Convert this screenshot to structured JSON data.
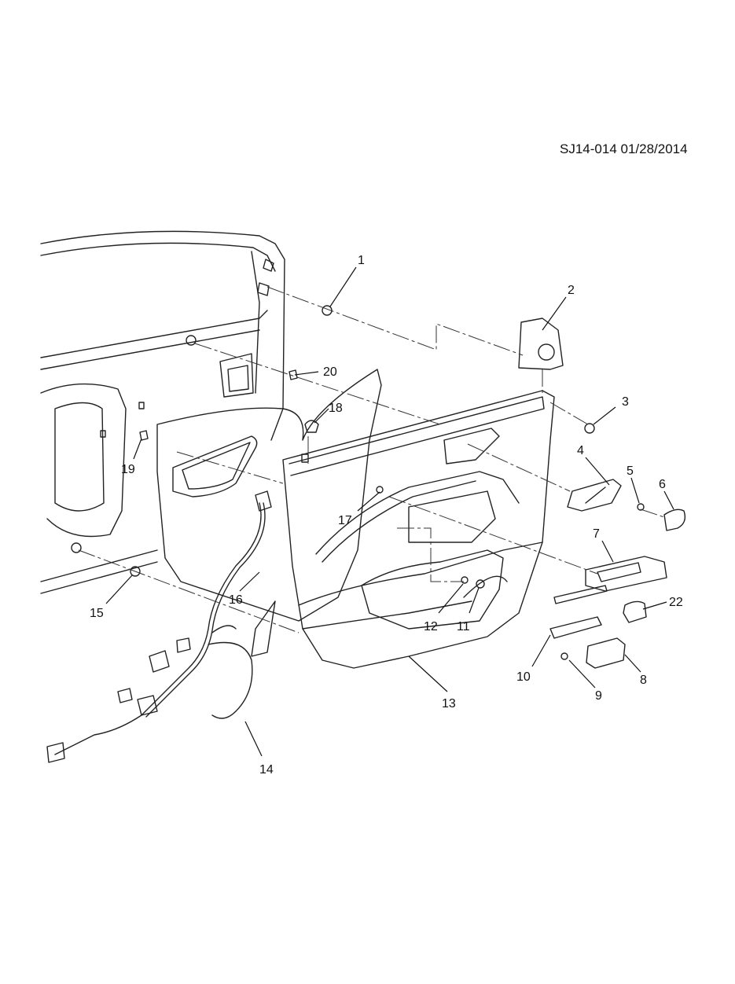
{
  "drawing_id": "SJ14-014 01/28/2014",
  "callouts": [
    "1",
    "2",
    "3",
    "4",
    "5",
    "6",
    "7",
    "8",
    "9",
    "10",
    "11",
    "12",
    "13",
    "14",
    "15",
    "16",
    "17",
    "18",
    "19",
    "20",
    "22"
  ]
}
